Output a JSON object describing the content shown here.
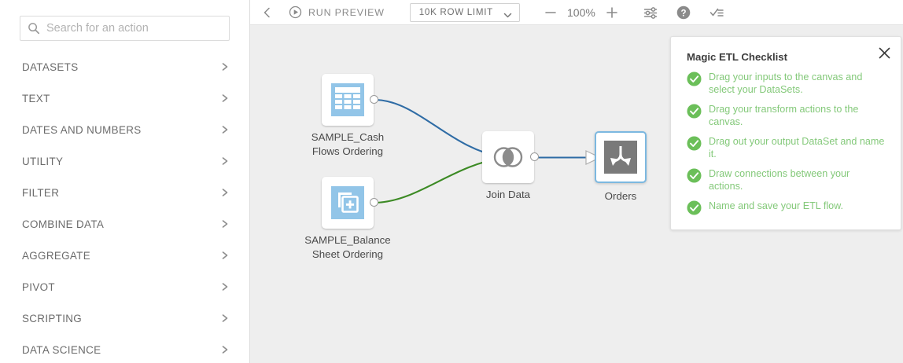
{
  "sidebar": {
    "search": {
      "placeholder": "Search for an action",
      "value": "",
      "icon": "search-icon"
    },
    "categories": [
      {
        "label": "DATASETS",
        "icon": "chevron-right-icon"
      },
      {
        "label": "TEXT",
        "icon": "chevron-right-icon"
      },
      {
        "label": "DATES AND NUMBERS",
        "icon": "chevron-right-icon"
      },
      {
        "label": "UTILITY",
        "icon": "chevron-right-icon"
      },
      {
        "label": "FILTER",
        "icon": "chevron-right-icon"
      },
      {
        "label": "COMBINE DATA",
        "icon": "chevron-right-icon"
      },
      {
        "label": "AGGREGATE",
        "icon": "chevron-right-icon"
      },
      {
        "label": "PIVOT",
        "icon": "chevron-right-icon"
      },
      {
        "label": "SCRIPTING",
        "icon": "chevron-right-icon"
      },
      {
        "label": "DATA SCIENCE",
        "icon": "chevron-right-icon"
      }
    ]
  },
  "toolbar": {
    "back_icon": "chevron-left-icon",
    "run_preview_label": "RUN PREVIEW",
    "run_preview_icon": "play-circle-icon",
    "row_limit_value": "10K ROW LIMIT",
    "row_limit_caret_icon": "chevron-down-icon",
    "zoom_out_icon": "minus-icon",
    "zoom_level": "100%",
    "zoom_in_icon": "plus-icon",
    "settings_icon": "sliders-icon",
    "help_icon": "question-circle-icon",
    "checklist_icon": "checklist-icon"
  },
  "canvas": {
    "background_color": "#eeeeee",
    "nodes": [
      {
        "id": "input-cash-flows",
        "label": "SAMPLE_Cash\nFlows Ordering",
        "label_line1": "SAMPLE_Cash",
        "label_line2": "Flows Ordering",
        "icon": "table-grid-icon",
        "icon_color": "#92c5e8",
        "selected": false
      },
      {
        "id": "input-balance-sheet",
        "label": "SAMPLE_Balance\nSheet Ordering",
        "label_line1": "SAMPLE_Balance",
        "label_line2": "Sheet Ordering",
        "icon": "add-dataset-icon",
        "icon_color": "#92c5e8",
        "selected": false
      },
      {
        "id": "transform-join",
        "label": "Join Data",
        "label_line1": "Join Data",
        "label_line2": "",
        "icon": "venn-join-icon",
        "icon_color": "#8c8c8c",
        "selected": false
      },
      {
        "id": "output-orders",
        "label": "Orders",
        "label_line1": "Orders",
        "label_line2": "",
        "icon": "output-split-arrows-icon",
        "icon_color": "#7a7a7a",
        "selected": true
      }
    ],
    "connections": [
      {
        "from": "input-cash-flows",
        "to": "transform-join",
        "color": "#2f6ca5"
      },
      {
        "from": "input-balance-sheet",
        "to": "transform-join",
        "color": "#3c8a24"
      },
      {
        "from": "transform-join",
        "to": "output-orders",
        "color": "#2f6ca5"
      }
    ]
  },
  "checklist": {
    "title": "Magic ETL Checklist",
    "close_icon": "close-icon",
    "accent_color": "#84c97a",
    "items": [
      {
        "text": "Drag your inputs to the canvas and select your DataSets.",
        "checked": true
      },
      {
        "text": "Drag your transform actions to the canvas.",
        "checked": true
      },
      {
        "text": "Drag out your output DataSet and name it.",
        "checked": true
      },
      {
        "text": "Draw connections between your actions.",
        "checked": true
      },
      {
        "text": "Name and save your ETL flow.",
        "checked": true
      }
    ]
  }
}
